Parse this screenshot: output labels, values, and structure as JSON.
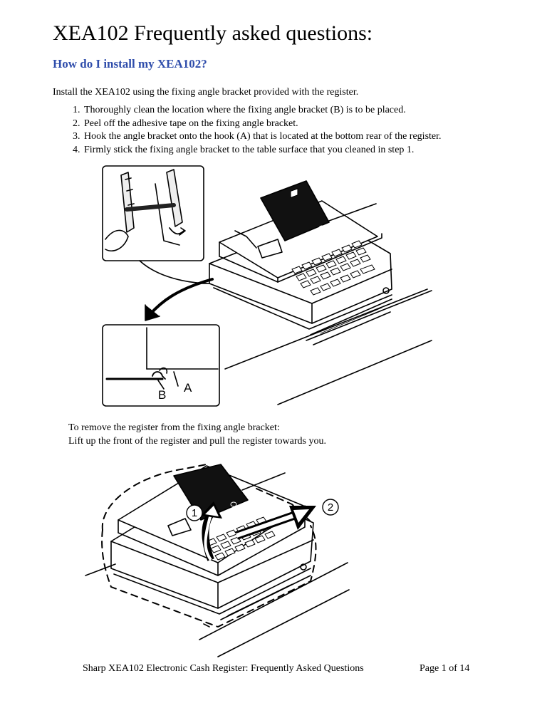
{
  "title": "XEA102 Frequently asked questions:",
  "section_heading": "How do I install my XEA102?",
  "intro": "Install the XEA102 using the fixing angle bracket provided with the register.",
  "steps": [
    {
      "num": "1.",
      "text": "Thoroughly clean the location where the fixing angle bracket (B) is to be placed."
    },
    {
      "num": "2.",
      "text": "Peel off the adhesive tape on the fixing angle bracket."
    },
    {
      "num": "3.",
      "text": "Hook the angle bracket onto the hook (A) that is located at the bottom rear of the register."
    },
    {
      "num": "4.",
      "text": "Firmly stick the fixing angle bracket to the table surface that you cleaned in step 1."
    }
  ],
  "figure1": {
    "label_a": "A",
    "label_b": "B"
  },
  "remove": {
    "line1": "To remove the register from the fixing angle bracket:",
    "line2": "Lift up the front of the register and pull the register towards you."
  },
  "figure2": {
    "step1": "1",
    "step2": "2"
  },
  "footer": {
    "doc_title": "Sharp XEA102 Electronic Cash Register: Frequently Asked Questions",
    "page": "Page 1 of 14"
  }
}
